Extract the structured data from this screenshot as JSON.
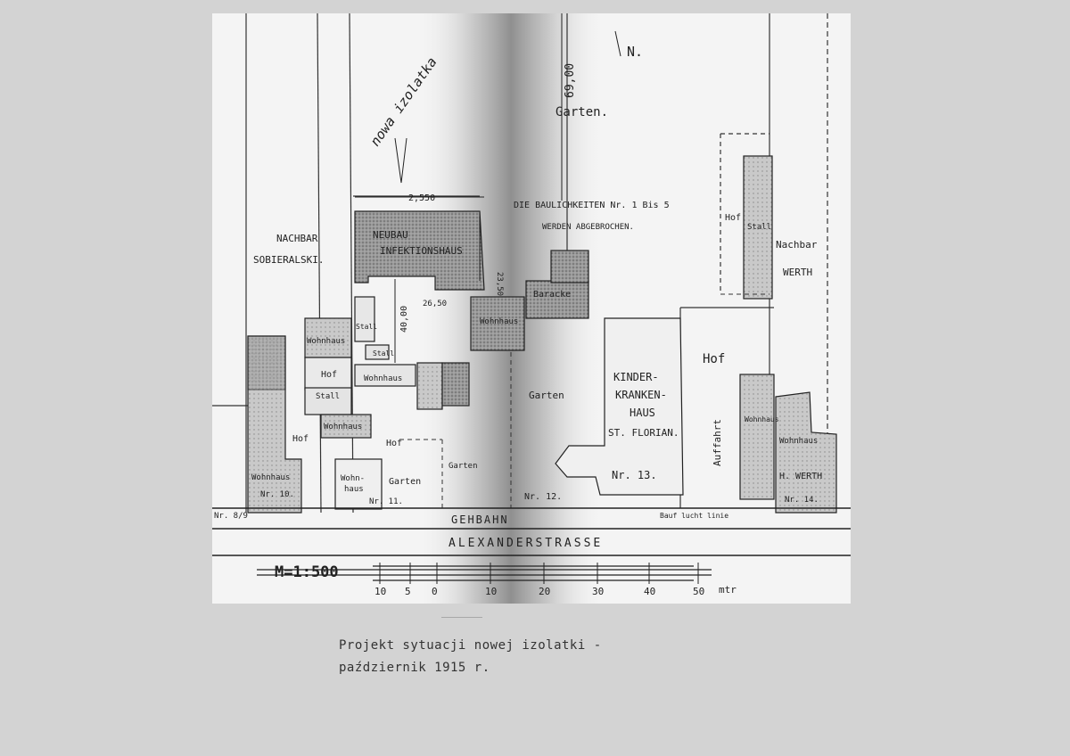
{
  "plan": {
    "north": "N.",
    "distance_top": "69,00",
    "garden_top": "Garten.",
    "new_isolation_note": "nowa izolatka",
    "dim_width": "2,550",
    "demolition_line1": "DIE BAULICHKEITEN Nr. 1 Bis 5",
    "demolition_line2": "WERDEN ABGEBROCHEN.",
    "neighbor_left_1": "NACHBAR",
    "neighbor_left_2": "SOBIERALSKI.",
    "neubau_1": "NEUBAU",
    "neubau_2": "INFEKTIONSHAUS",
    "dim_inner": "26,50",
    "dim_height": "40,00",
    "dim_right": "23,50",
    "baracke": "Baracke",
    "wohnhaus_mid": "Wohnhaus",
    "stall_1": "Stall",
    "wohnhaus_1": "Wohnhaus",
    "stall_2": "Stall",
    "hof_1": "Hof",
    "wohnhaus_2": "Wohnhaus",
    "stall_3": "Stall",
    "wohnhaus_3": "Wohnhaus",
    "hof_left": "Hof",
    "hof_mid": "Hof",
    "wohnhaus_nr10_1": "Wohnhaus",
    "wohnhaus_nr10_2": "Nr. 10.",
    "wohnhaus_nr11_1": "Wohn-",
    "wohnhaus_nr11_2": "haus",
    "garten_nr11": "Garten",
    "nr11": "Nr. 11.",
    "garten_col": "Garten",
    "garten_center": "Garten",
    "nr12": "Nr. 12.",
    "kinder_1": "KINDER-",
    "kinder_2": "KRANKEN-",
    "kinder_3": "HAUS",
    "kinder_4": "ST. FLORIAN.",
    "nr13": "Nr. 13.",
    "hof_right": "Hof",
    "auffahrt": "Auffahrt",
    "hof_top_right": "Hof",
    "stall_right": "Stall",
    "neighbor_right_1": "Nachbar",
    "neighbor_right_2": "WERTH",
    "wohnhaus_right": "Wohnhaus",
    "wohnhaus_werth_1": "Wohnhaus",
    "wohnhaus_werth_2": "H. WERTH",
    "nr14": "Nr. 14.",
    "street_left": "Nr. 8/9",
    "gehbahn": "GEHBAHN",
    "street": "ALEXANDERSTRASSE",
    "bauflucht": "Bauf lucht linie",
    "scale_label": "M=1:500",
    "scale_ticks": [
      "10",
      "5",
      "0",
      "10",
      "20",
      "30",
      "40",
      "50"
    ],
    "scale_unit": "mtr"
  },
  "caption": {
    "line1": "Projekt sytuacji nowej izolatki -",
    "line2": "październik 1915 r."
  }
}
